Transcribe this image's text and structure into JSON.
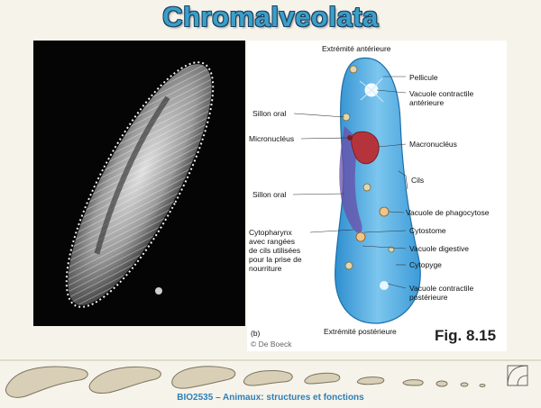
{
  "slide": {
    "title": "Chromalveolata",
    "figure_caption": "Fig. 8.15",
    "footer": "BIO2535 – Animaux: structures et fonctions"
  },
  "diagram": {
    "top_label": "Extrémité antérieure",
    "bottom_label": "Extrémité postérieure",
    "panel_letter": "(b)",
    "credit": "© De Boeck",
    "left_labels": {
      "sillon_oral_1": "Sillon oral",
      "micronucleus": "Micronucléus",
      "sillon_oral_2": "Sillon oral",
      "cytopharynx": "Cytopharynx\navec rangées\nde cils utilisées\npour la prise de\nnourriture"
    },
    "right_labels": {
      "pellicule": "Pellicule",
      "vacuole_contractile_ant": "Vacuole contractile\nantérieure",
      "macronucleus": "Macronucléus",
      "cils": "Cils",
      "vacuole_phagocytose": "Vacuole de phagocytose",
      "cytostome": "Cytostome",
      "vacuole_digestive": "Vacuole digestive",
      "cytopyge": "Cytopyge",
      "vacuole_contractile_post": "Vacuole contractile\npostérieure"
    }
  },
  "colors": {
    "title_fill": "#3aa0c8",
    "title_outline": "#1c3f62",
    "background": "#f6f3ea",
    "cell_body": "#5ab4e6",
    "macronucleus": "#b5343b",
    "footer_text": "#2f7fb6"
  }
}
